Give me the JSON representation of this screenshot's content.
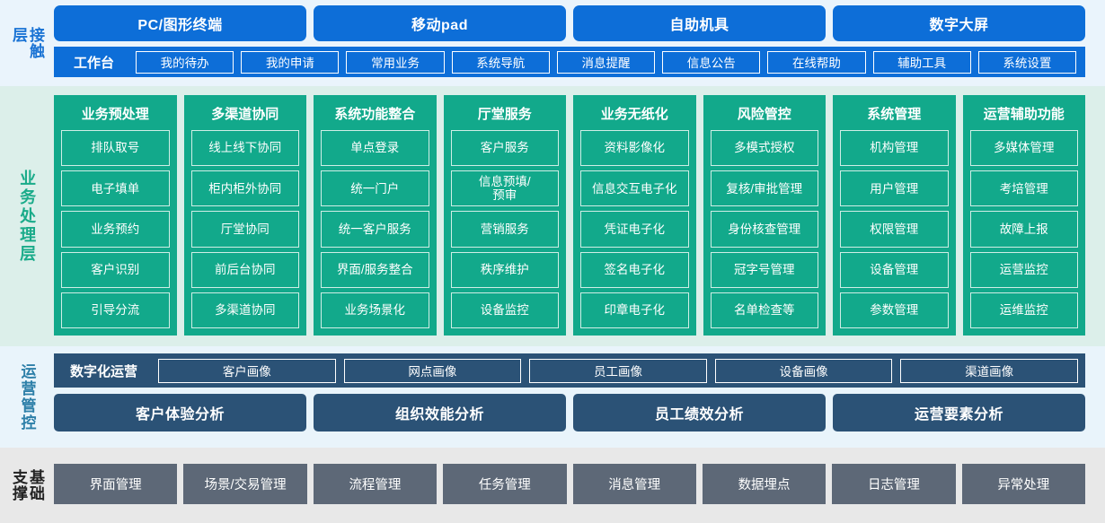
{
  "layers": {
    "contact": {
      "label": "接触\n层",
      "label_color": "#1a73d4",
      "channels": [
        "PC/图形终端",
        "移动pad",
        "自助机具",
        "数字大屏"
      ],
      "workbench_title": "工作台",
      "workbench_items": [
        "我的待办",
        "我的申请",
        "常用业务",
        "系统导航",
        "消息提醒",
        "信息公告",
        "在线帮助",
        "辅助工具",
        "系统设置"
      ]
    },
    "business": {
      "label": "业务处理层",
      "label_color": "#1aab8a",
      "columns": [
        {
          "title": "业务预处理",
          "items": [
            "排队取号",
            "电子填单",
            "业务预约",
            "客户识别",
            "引导分流"
          ]
        },
        {
          "title": "多渠道协同",
          "items": [
            "线上线下协同",
            "柜内柜外协同",
            "厅堂协同",
            "前后台协同",
            "多渠道协同"
          ]
        },
        {
          "title": "系统功能整合",
          "items": [
            "单点登录",
            "统一门户",
            "统一客户服务",
            "界面/服务整合",
            "业务场景化"
          ]
        },
        {
          "title": "厅堂服务",
          "items": [
            "客户服务",
            "信息预填/\n预审",
            "营销服务",
            "秩序维护",
            "设备监控"
          ]
        },
        {
          "title": "业务无纸化",
          "items": [
            "资料影像化",
            "信息交互电子化",
            "凭证电子化",
            "签名电子化",
            "印章电子化"
          ]
        },
        {
          "title": "风险管控",
          "items": [
            "多模式授权",
            "复核/审批管理",
            "身份核查管理",
            "冠字号管理",
            "名单检查等"
          ]
        },
        {
          "title": "系统管理",
          "items": [
            "机构管理",
            "用户管理",
            "权限管理",
            "设备管理",
            "参数管理"
          ]
        },
        {
          "title": "运营辅助功能",
          "items": [
            "多媒体管理",
            "考培管理",
            "故障上报",
            "运营监控",
            "运维监控"
          ]
        }
      ]
    },
    "operations": {
      "label": "运营管控",
      "label_color": "#2d7fa8",
      "digital_title": "数字化运营",
      "portraits": [
        "客户画像",
        "网点画像",
        "员工画像",
        "设备画像",
        "渠道画像"
      ],
      "analyses": [
        "客户体验分析",
        "组织效能分析",
        "员工绩效分析",
        "运营要素分析"
      ]
    },
    "base": {
      "label": "基础\n支撑",
      "label_color": "#222222",
      "items": [
        "界面管理",
        "场景/交易管理",
        "流程管理",
        "任务管理",
        "消息管理",
        "数据埋点",
        "日志管理",
        "异常处理"
      ]
    }
  },
  "colors": {
    "contact_bg": "#eaf4fc",
    "contact_accent": "#0d6ed8",
    "business_bg": "#dcefea",
    "business_accent": "#12a98b",
    "operations_bg": "#e9f4fb",
    "operations_accent": "#2b5276",
    "base_bg": "#e8e8e8",
    "base_accent": "#5d6877"
  }
}
